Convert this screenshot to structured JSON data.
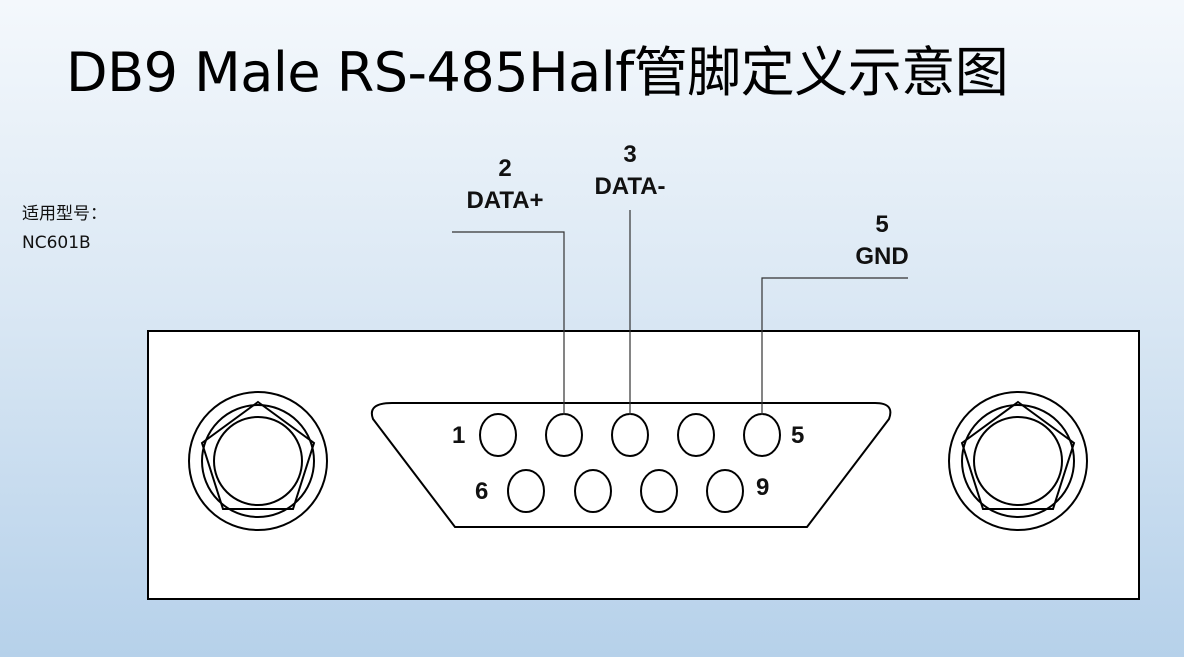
{
  "title": "DB9 Male RS-485Half管脚定义示意图",
  "model": {
    "label": "适用型号：",
    "value": "NC601B"
  },
  "callouts": [
    {
      "pin": "2",
      "signal": "DATA+"
    },
    {
      "pin": "3",
      "signal": "DATA-"
    },
    {
      "pin": "5",
      "signal": "GND"
    }
  ],
  "pin_labels": {
    "top_left": "1",
    "top_right": "5",
    "bottom_left": "6",
    "bottom_right": "9"
  }
}
